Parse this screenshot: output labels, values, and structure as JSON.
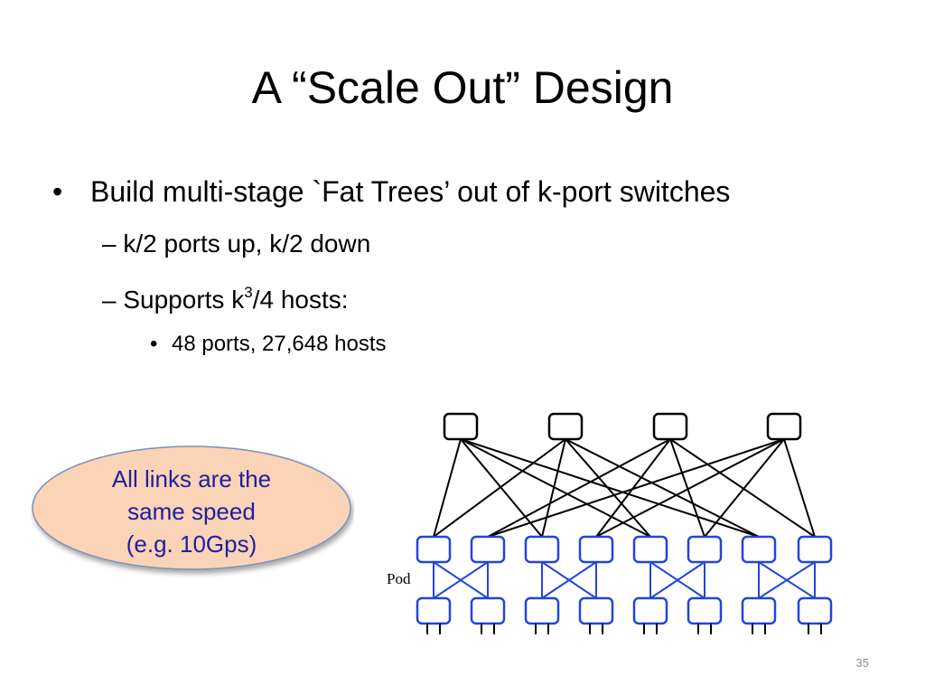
{
  "slide": {
    "title": "A “Scale Out” Design",
    "bullets": {
      "level1_mark": "•",
      "level1_text": "Build multi-stage `Fat Trees’ out of k-port switches",
      "level2_mark": "–",
      "level2_item1": "k/2 ports up, k/2 down",
      "level2_item2_prefix": "Supports k",
      "level2_item2_sup": "3",
      "level2_item2_suffix": "/4 hosts:",
      "level3_mark": "•",
      "level3_item1": "48 ports, 27,648 hosts"
    },
    "callout": {
      "line1": "All links are the",
      "line2": "same speed",
      "line3": "(e.g. 10Gps)",
      "fill_color": "#fbd3b6",
      "border_color": "#7891bb",
      "text_color": "#1f1f9f"
    },
    "diagram": {
      "pod_label": "Pod",
      "core_switch_color": "#000000",
      "pod_switch_color": "#2244dd",
      "core_switches": 4,
      "pods": 4
    },
    "slide_number": "35"
  }
}
